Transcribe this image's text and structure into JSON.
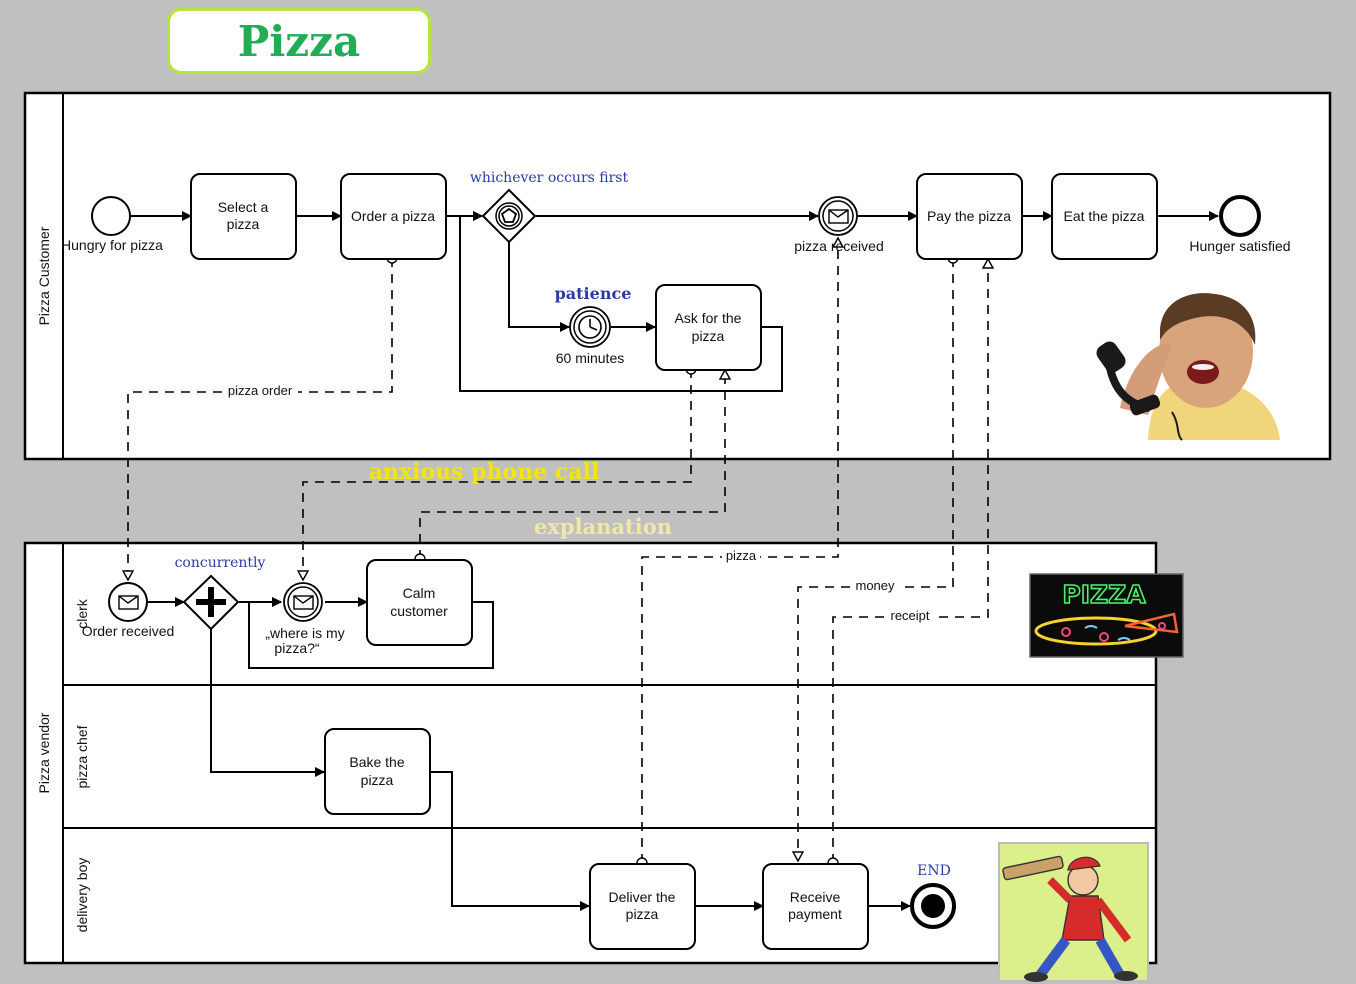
{
  "title": "Pizza",
  "pools": {
    "customer": "Pizza Customer",
    "vendor": "Pizza vendor"
  },
  "lanes": {
    "clerk": "clerk",
    "chef": "pizza chef",
    "delivery": "delivery boy"
  },
  "events": {
    "start": "Hungry for pizza",
    "pizza_received": "pizza received",
    "hunger_satisfied": "Hunger satisfied",
    "timer": "60 minutes",
    "order_received": "Order received",
    "where_line1": "„where is my",
    "where_line2": "pizza?“"
  },
  "tasks": {
    "select_l1": "Select a",
    "select_l2": "pizza",
    "order": "Order a pizza",
    "pay": "Pay the pizza",
    "eat": "Eat the pizza",
    "ask_l1": "Ask for the",
    "ask_l2": "pizza",
    "calm_l1": "Calm",
    "calm_l2": "customer",
    "bake_l1": "Bake the",
    "bake_l2": "pizza",
    "deliver_l1": "Deliver the",
    "deliver_l2": "pizza",
    "receive_l1": "Receive",
    "receive_l2": "payment"
  },
  "annotations": {
    "whichever": "whichever occurs first",
    "patience": "patience",
    "concurrently": "concurrently",
    "end": "END",
    "anxious": "anxious phone call",
    "explanation": "explanation"
  },
  "messages": {
    "pizza_order": "pizza order",
    "pizza": "pizza",
    "money": "money",
    "receipt": "receipt"
  },
  "images": {
    "neon_sign_text": "PIZZA"
  },
  "colors": {
    "background": "#c0c0c0",
    "title_green": "#21ac55",
    "title_border": "#b7e63a",
    "annotation_blue": "#2b3aa8",
    "anxious_yellow": "#f4e600",
    "explanation_cream": "#efe9a8"
  }
}
